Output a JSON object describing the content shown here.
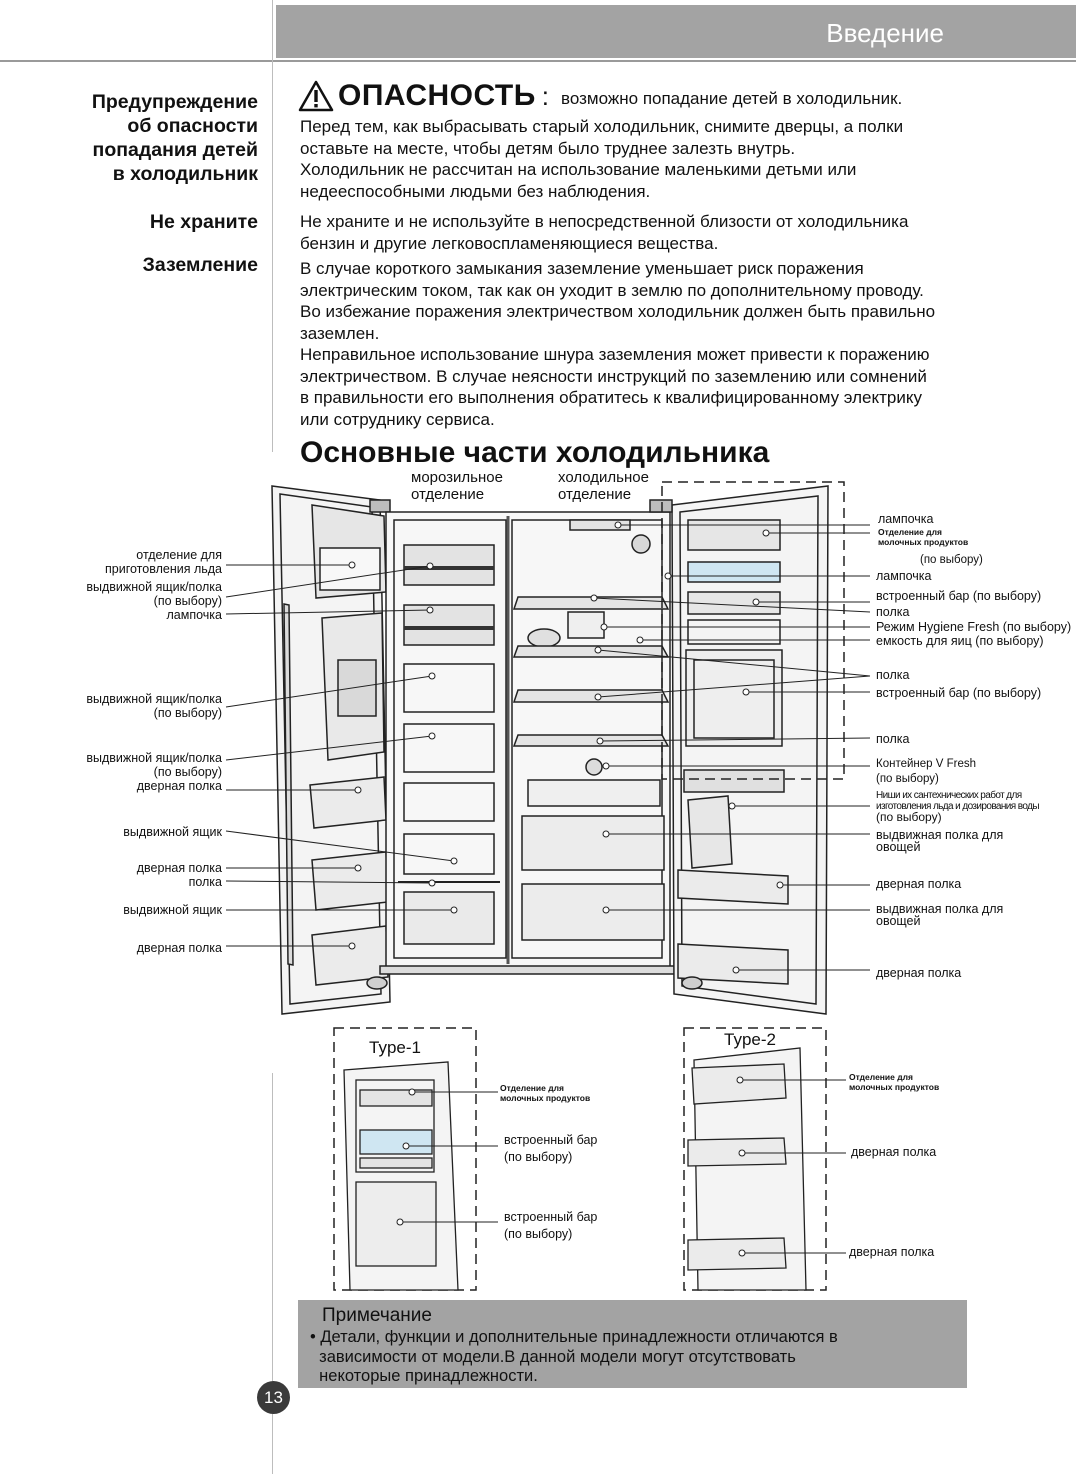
{
  "header": {
    "title": "Введение"
  },
  "side_headings": {
    "warning": [
      "Предупреждение",
      "об опасности",
      "попадания детей",
      "в холодильник"
    ],
    "no_store": "Не храните",
    "grounding": "Заземление"
  },
  "danger": {
    "word": "ОПАСНОСТЬ",
    "colon": ":",
    "desc": "возможно попадание детей в холодильник.",
    "lines": [
      "Перед тем, как выбрасывать старый холодильник, снимите дверцы, а полки",
      "оставьте на месте, чтобы детям было труднее залезть внутрь.",
      "Холодильник не рассчитан на использование маленькими детьми или",
      "недееспособными людьми без наблюдения."
    ]
  },
  "no_store_text": [
    "Не храните и не используйте в непосредственной близости от холодильника",
    "бензин и другие легковоспламеняющиеся вещества."
  ],
  "grounding_text": [
    "В случае короткого замыкания заземление уменьшает риск поражения",
    "электрическим током, так как он уходит в землю по дополнительному проводу.",
    "Во избежание поражения электричеством холодильник должен быть правильно",
    "заземлен.",
    "Неправильное использование шнура заземления может привести к поражению",
    "электричеством. В случае неясности инструкций по заземлению или сомнений",
    "в правильности  его выполнения обратитесь к квалифицированному электрику",
    "или сотруднику сервиса."
  ],
  "parts_title": "Основные части холодильника",
  "compartments": {
    "freezer": [
      "морозильное",
      "отделение"
    ],
    "fridge": [
      "холодильное",
      "отделение"
    ]
  },
  "left_labels": [
    [
      "отделение для",
      "приготовления льда"
    ],
    [
      "выдвижной ящик/полка",
      "(по выбору)",
      "лампочка"
    ],
    [
      "выдвижной ящик/полка",
      "(по выбору)"
    ],
    [
      "выдвижной ящик/полка",
      "(по выбору)",
      "дверная полка"
    ],
    [
      "выдвижной ящик"
    ],
    [
      "дверная полка",
      "полка"
    ],
    [
      "выдвижной ящик"
    ],
    [
      "дверная полка"
    ]
  ],
  "right_labels": {
    "lamp1": "лампочка",
    "dairy": [
      "Отделение для",
      "молочных продуктов"
    ],
    "dairy_opt": "(по выбору)",
    "lamp2": "лампочка",
    "bar1": "встроенный бар",
    "bar1_opt": "(по выбору)",
    "shelf1": "полка",
    "hygiene": "Режим Hygiene Fresh",
    "hygiene_opt": "(по выбору)",
    "eggs": "емкость для яиц (по выбору)",
    "shelf2": "полка",
    "bar2": "встроенный бар",
    "bar2_opt": "(по выбору)",
    "shelf3": "полка",
    "vfresh": [
      "Контейнер V Fresh",
      "(по выбору)"
    ],
    "dispenser": [
      "Ниши их сантехнических работ для",
      "изготовления льда и дозирования воды",
      "(по выбору)"
    ],
    "veg1": [
      "выдвижная полка для",
      "овощей"
    ],
    "door_shelf1": "дверная полка",
    "veg2": [
      "выдвижная полка для",
      "овощей"
    ],
    "door_shelf2": "дверная полка"
  },
  "type1": {
    "title": "Type-1",
    "dairy": [
      "Отделение для",
      "молочных продуктов"
    ],
    "bar1": [
      "встроенный бар",
      "(по выбору)"
    ],
    "bar2": [
      "встроенный бар",
      "(по выбору)"
    ]
  },
  "type2": {
    "title": "Type-2",
    "dairy": [
      "Отделение для",
      "молочных продуктов"
    ],
    "door_shelf1": "дверная полка",
    "door_shelf2": "дверная полка"
  },
  "note": {
    "title": "Примечание",
    "lines": [
      "• Детали, функции и дополнительные принадлежности отличаются в",
      "  зависимости от модели.В данной модели могут отсутствовать",
      "  некоторые принадлежности."
    ]
  },
  "page_number": "13"
}
